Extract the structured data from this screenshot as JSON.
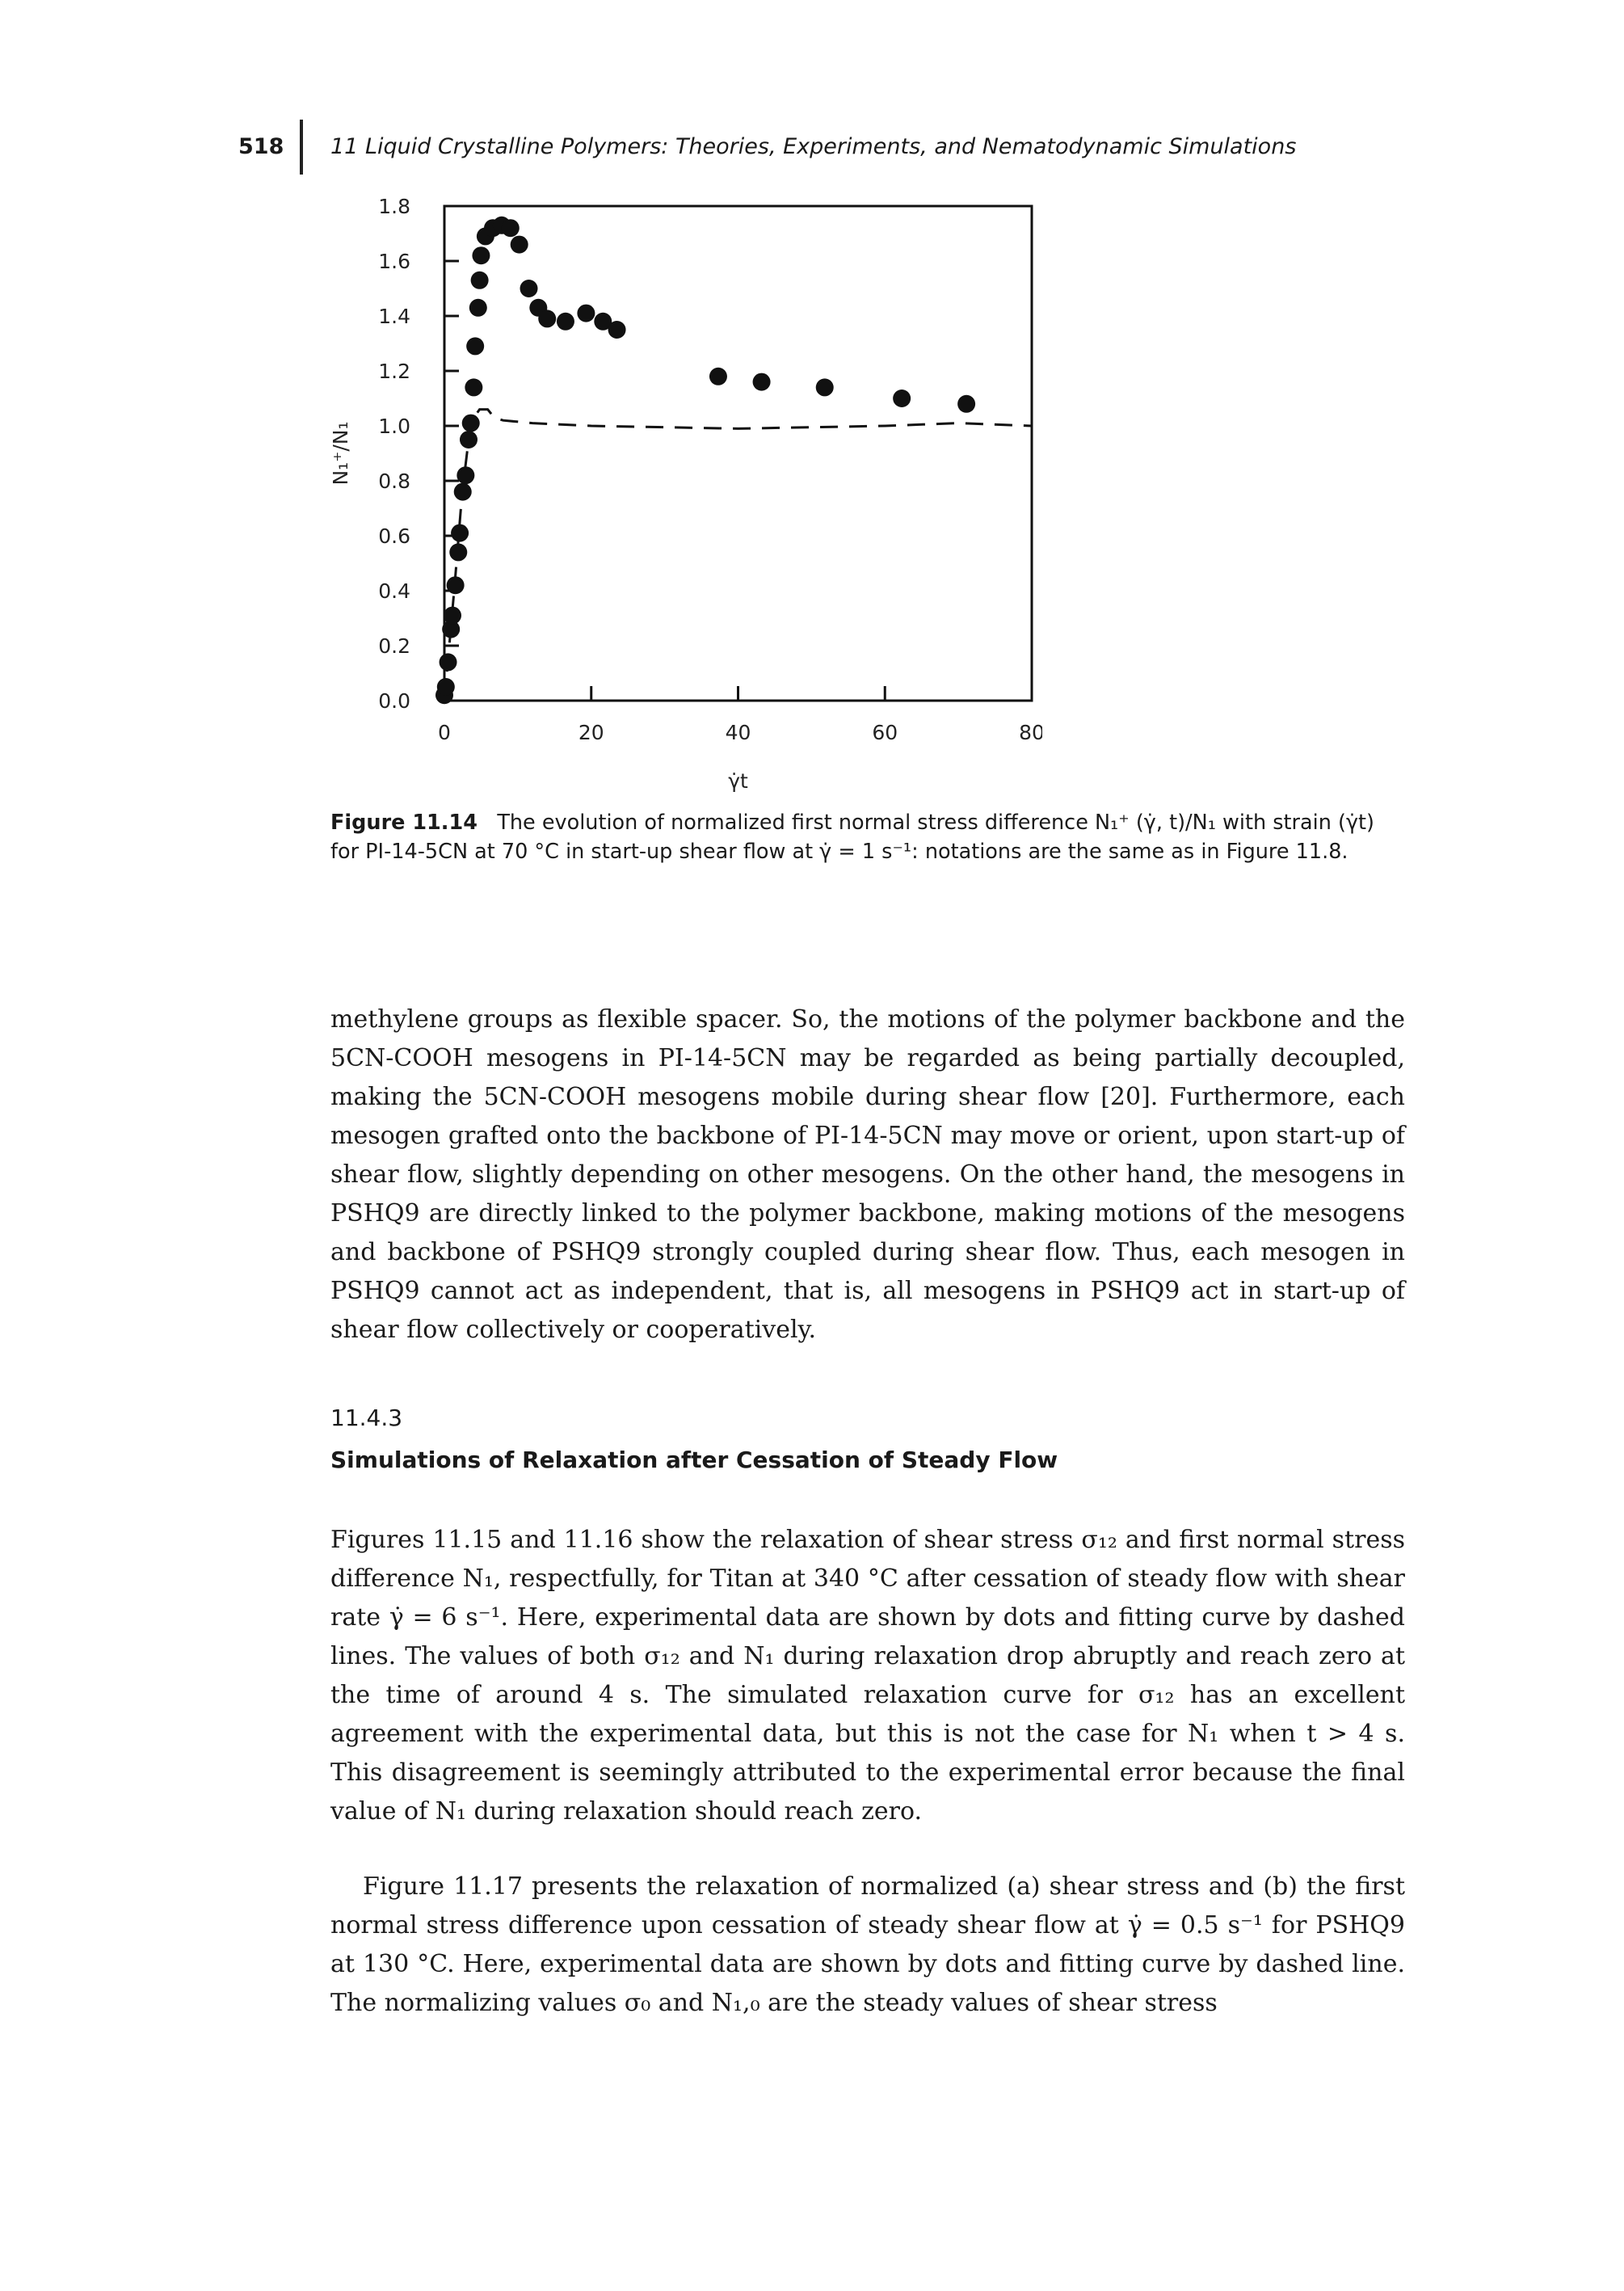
{
  "header": {
    "page_number": "518",
    "running_title": "11 Liquid Crystalline Polymers: Theories, Experiments, and Nematodynamic Simulations"
  },
  "figure": {
    "label": "Figure 11.14",
    "caption": "The evolution of normalized first normal stress difference N₁⁺ (γ̇, t)/N₁ with strain (γ̇t) for PI-14-5CN at 70 °C in start-up shear flow at γ̇ = 1 s⁻¹: notations are the same as in Figure 11.8."
  },
  "chart_data": {
    "type": "scatter",
    "xlabel": "γ̇t",
    "ylabel": "N₁⁺/N₁",
    "xlim": [
      0,
      80
    ],
    "ylim": [
      0,
      1.8
    ],
    "x_ticks": [
      "0",
      "20",
      "40",
      "60",
      "80"
    ],
    "y_ticks": [
      "0.0",
      "0.2",
      "0.4",
      "0.6",
      "0.8",
      "1.0",
      "1.2",
      "1.4",
      "1.6",
      "1.8"
    ],
    "series": [
      {
        "style": "filled-circles",
        "points": [
          [
            0,
            0.02
          ],
          [
            0.2,
            0.05
          ],
          [
            0.5,
            0.14
          ],
          [
            0.9,
            0.26
          ],
          [
            1.1,
            0.31
          ],
          [
            1.5,
            0.42
          ],
          [
            1.9,
            0.54
          ],
          [
            2.1,
            0.61
          ],
          [
            2.5,
            0.76
          ],
          [
            2.9,
            0.82
          ],
          [
            3.3,
            0.95
          ],
          [
            3.6,
            1.01
          ],
          [
            4.0,
            1.14
          ],
          [
            4.2,
            1.29
          ],
          [
            4.6,
            1.43
          ],
          [
            4.8,
            1.53
          ],
          [
            5.0,
            1.62
          ],
          [
            5.6,
            1.69
          ],
          [
            6.6,
            1.72
          ],
          [
            7.8,
            1.73
          ],
          [
            9.0,
            1.72
          ],
          [
            10.2,
            1.66
          ],
          [
            11.5,
            1.5
          ],
          [
            12.8,
            1.43
          ],
          [
            14.0,
            1.39
          ],
          [
            16.5,
            1.38
          ],
          [
            19.3,
            1.41
          ],
          [
            21.6,
            1.38
          ],
          [
            23.5,
            1.35
          ],
          [
            37.3,
            1.18
          ],
          [
            43.2,
            1.16
          ],
          [
            51.8,
            1.14
          ],
          [
            62.3,
            1.1
          ],
          [
            71.1,
            1.08
          ]
        ]
      },
      {
        "style": "dashed-line",
        "points": [
          [
            0,
            0.0
          ],
          [
            1.4,
            0.42
          ],
          [
            2.4,
            0.75
          ],
          [
            3.3,
            0.95
          ],
          [
            4.0,
            1.03
          ],
          [
            4.8,
            1.06
          ],
          [
            5.9,
            1.06
          ],
          [
            6.8,
            1.03
          ],
          [
            8.0,
            1.02
          ],
          [
            12.0,
            1.01
          ],
          [
            20.0,
            1.0
          ],
          [
            40.0,
            0.99
          ],
          [
            60.0,
            1.0
          ],
          [
            70.0,
            1.01
          ],
          [
            80.0,
            1.0
          ]
        ]
      }
    ]
  },
  "body": {
    "paragraph_1": "methylene groups as flexible spacer. So, the motions of the polymer backbone and the 5CN-COOH mesogens in PI-14-5CN may be regarded as being partially decoupled, making the 5CN-COOH mesogens mobile during shear flow [20]. Furthermore, each mesogen grafted onto the backbone of PI-14-5CN may move or orient, upon start-up of shear flow, slightly depending on other mesogens. On the other hand, the mesogens in PSHQ9 are directly linked to the polymer backbone, making motions of the mesogens and backbone of PSHQ9 strongly coupled during shear flow. Thus, each mesogen in PSHQ9 cannot act as independent, that is, all mesogens in PSHQ9 act in start-up of shear flow collectively or cooperatively.",
    "section_number": "11.4.3",
    "section_title": "Simulations of Relaxation after Cessation of Steady Flow",
    "paragraph_2": "Figures 11.15 and 11.16 show the relaxation of shear stress σ₁₂ and first normal stress difference N₁, respectfully, for Titan at 340 °C after cessation of steady flow with shear rate γ̇ = 6 s⁻¹. Here, experimental data are shown by dots and fitting curve by dashed lines. The values of both σ₁₂ and N₁ during relaxation drop abruptly and reach zero at the time of around 4 s. The simulated relaxation curve for σ₁₂ has an excellent agreement with the experimental data, but this is not the case for N₁ when t > 4 s. This disagreement is seemingly attributed to the experimental error because the final value of N₁ during relaxation should reach zero.",
    "paragraph_3": "Figure 11.17 presents the relaxation of normalized (a) shear stress and (b) the first normal stress difference upon cessation of steady shear flow at γ̇ = 0.5 s⁻¹ for PSHQ9 at 130 °C. Here, experimental data are shown by dots and fitting curve by dashed line. The normalizing values σ₀ and N₁,₀ are the steady values of shear stress"
  }
}
